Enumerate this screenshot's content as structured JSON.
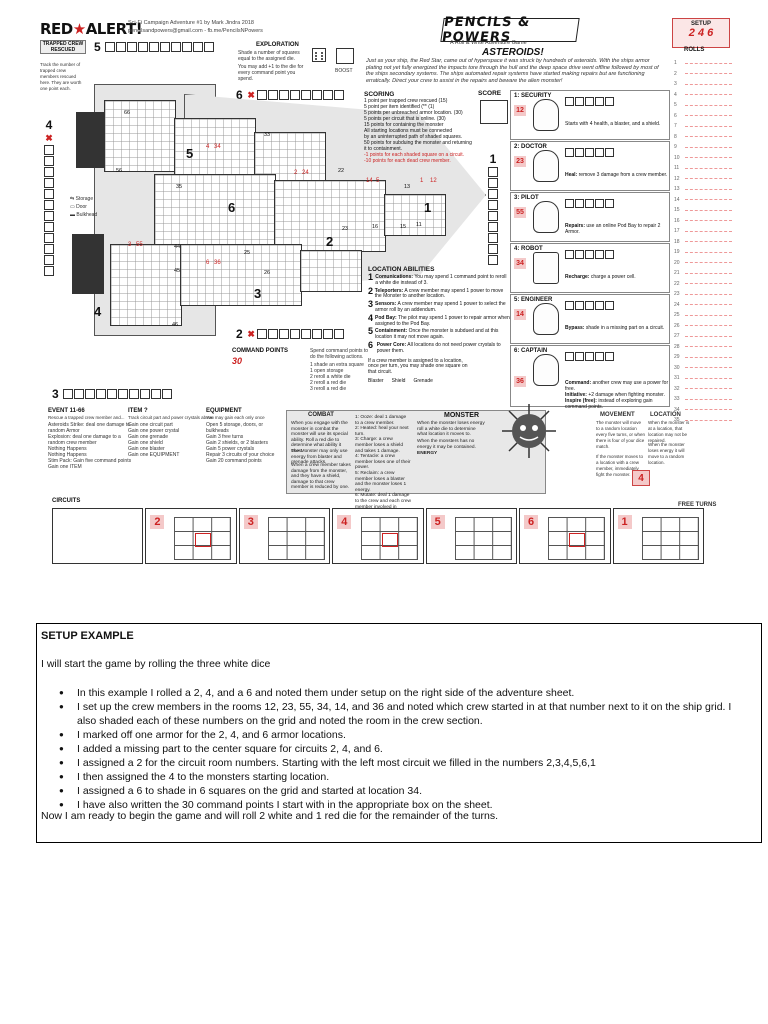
{
  "header": {
    "brand": "RED★ALERT!",
    "brand_left": "RED",
    "brand_right": "ALERT!",
    "credit_line1": "Sci-Fi Campaign Adventure #1 by Mark Jindra 2018",
    "credit_line2": "pencilsandpowers@gmail.com - fb.me/PencilsNPowers",
    "game_title": "PENCILS & POWERS",
    "game_subtitle": "A Roll & Write Adventure Game",
    "scenario_title": "ASTEROIDS!",
    "intro": "Just as your ship, the Red Star, came out of hyperspace it was struck by hundreds of asteroids. With the ships armor plating not yet fully energized the impacts tore through the hull and the deep space drive went offline followed by most of the ships secondary systems. The ships automated repair systems have started making repairs but are functioning erratically. Direct your crew to assist in the repairs and beware the alien monster!"
  },
  "setup": {
    "label": "SETUP",
    "values": "2 4 6"
  },
  "rolls": {
    "label": "ROLLS",
    "numbers": [
      "1",
      "2",
      "3",
      "4",
      "5",
      "6",
      "7",
      "8",
      "9",
      "10",
      "11",
      "12",
      "13",
      "14",
      "15",
      "16",
      "17",
      "18",
      "19",
      "20",
      "21",
      "22",
      "23",
      "24",
      "25",
      "26",
      "27",
      "28",
      "29",
      "30",
      "31",
      "32",
      "33",
      "34",
      "35"
    ],
    "free_turns_label": "FREE TURNS"
  },
  "trapped": {
    "label": "TRAPPED CREW RESCUED",
    "desc": "Track the number of trapped crew members rescued here. They are worth one point each."
  },
  "exploration": {
    "label": "EXPLORATION",
    "desc1": "Shade a number of squares equal to the assigned die.",
    "desc2": "You may add +1 to the die for every command point you spend.",
    "boost": "BOOST"
  },
  "map": {
    "legend_storage": "Storage",
    "legend_door": "Door",
    "legend_bulkhead": "Bulkhead",
    "locations": [
      "5",
      "6",
      "1",
      "2",
      "3",
      "4"
    ],
    "red_marks": [
      "4",
      "34",
      "2",
      "24",
      "14",
      "5",
      "1",
      "12",
      "3",
      "55",
      "6",
      "36"
    ],
    "room_numbers": [
      "66",
      "33",
      "22",
      "13",
      "56",
      "35",
      "15",
      "23",
      "16",
      "11",
      "44",
      "25",
      "45",
      "46",
      "26"
    ]
  },
  "tracks": {
    "t5": "5",
    "t6": "6",
    "t4": "4",
    "t1": "1",
    "t2": "2",
    "t3": "3"
  },
  "scoring": {
    "label": "SCORING",
    "score_label": "SCORE",
    "lines": [
      "1 point per trapped crew rescued (15)",
      "5 point per item identified (** (1)",
      "5 points per unbreached armor location. (30)",
      "5 points per circuit that is online. (30)",
      "15 points for containing the monster",
      "All starting locations must be connected",
      "by an uninterrupted path of shaded squares.",
      "50 points for subduing the monster and returning",
      "it to containment.",
      "-1 points for each shaded square on a circuit.",
      "-10 points for each dead crew member."
    ]
  },
  "location_abilities": {
    "label": "LOCATION ABILITIES",
    "items": [
      {
        "n": "1",
        "name": "Comunications:",
        "text": "You may spend 1 command point to reroll a white die instead of 3."
      },
      {
        "n": "2",
        "name": "Teleporters:",
        "text": "A crew member may spend 1 power to move the Monster to another location."
      },
      {
        "n": "3",
        "name": "Sensors:",
        "text": "A crew member may spend 1 power to select the armor roll by an addendum."
      },
      {
        "n": "4",
        "name": "Pod Bay:",
        "text": "The pilot may spend 1 power to repair armor when assigned to the Pod Bay."
      },
      {
        "n": "5",
        "name": "Containment:",
        "text": "Once the monster is subdued and at this location it may not move again."
      },
      {
        "n": "6",
        "name": "Power Core:",
        "text": "All locations do not need power crystals to power them."
      }
    ],
    "footnote": "If a crew member is assigned to a location, once per turn, you may shade one square on that circuit.",
    "legend": [
      "Blaster",
      "Shield",
      "Grenade"
    ]
  },
  "crew": [
    {
      "role": "1: SECURITY",
      "room": "12",
      "ability": "Starts with 4 health, a blaster, and a shield."
    },
    {
      "role": "2: DOCTOR",
      "room": "23",
      "ability_name": "Heal:",
      "ability": "remove 3 damage from a crew member."
    },
    {
      "role": "3: PILOT",
      "room": "55",
      "ability_name": "Repairs:",
      "ability": "use an online Pod Bay to repair 2 Armor."
    },
    {
      "role": "4: ROBOT",
      "room": "34",
      "ability_name": "Recharge:",
      "ability": "charge a power cell."
    },
    {
      "role": "5: ENGINEER",
      "room": "14",
      "ability_name": "Bypass:",
      "ability": "shade in a missing part on a circuit."
    },
    {
      "role": "6: CAPTAIN",
      "room": "36",
      "ability_name": "Command:",
      "ability": "another crew may use a power for free.",
      "ability2_name": "Initiative:",
      "ability2": "+2 damage when fighting monster.",
      "ability3_name": "Inspire (free):",
      "ability3": "instead of exploring gain command points."
    }
  ],
  "command_points": {
    "label": "COMMAND POINTS",
    "value": "30",
    "desc": "Spend command points to do the following actions.",
    "actions": [
      "1 shade an extra square",
      "1 open storage",
      "2 reroll a white die",
      "2 reroll a red die",
      "3 reroll a red die"
    ]
  },
  "event": {
    "label": "EVENT 11-66",
    "sub": "Rescue a trapped crew member and...",
    "items": [
      "Asteroids Strike: deal one damage to random Armor",
      "Explosion: deal one damage to a random crew member",
      "Nothing Happens",
      "Nothing Happens",
      "Stim Pack: Gain five command points",
      "Gain one ITEM"
    ]
  },
  "item": {
    "label": "ITEM ?",
    "sub": "Track circuit part and power crystals above",
    "items": [
      "Gain one circuit part",
      "Gain one power crystal",
      "Gain one grenade",
      "Gain one shield",
      "Gain one blaster",
      "Gain one EQUIPMENT"
    ]
  },
  "equipment": {
    "label": "EQUIPMENT",
    "sub": "You may gain each only once",
    "items": [
      "Open 5 storage, doors, or bulkheads",
      "Gain 3 free turns",
      "Gain 2 shields, or 2 blasters",
      "Gain 5 power crystals",
      "Repair 3 circuits of your choice",
      "Gain 20 command points"
    ]
  },
  "combat": {
    "label": "COMBAT",
    "col1": "When you engage with the monster in combat the monster will use its special ability. Roll a red die to determine what ability it uses.",
    "col1b": "The Monster may only use energy from blaster and grenade attacks.",
    "col1c": "When a crew member takes damage from the monster, and they have a shield, damage to that crew member is reduced by one.",
    "abilities": [
      "1: Ooze: deal 1 damage to a crew member.",
      "2: Heated: heal your next turn.",
      "3: Charge: a crew member loses a shield and takes 1 damage.",
      "4: Tentacle: a crew member loses one of their power.",
      "5: Reclaim: a crew member loses a blaster and the monster loses 1 energy.",
      "6: Mutate: deal 1 damage to the crew and each crew member involved in combat."
    ]
  },
  "monster": {
    "label": "MONSTER",
    "text": "When the monster loses energy roll a white die to determine what location it moves to.",
    "text2": "When the monsters has no energy it may be contained.",
    "energy_label": "ENERGY",
    "movement_label": "MOVEMENT",
    "movement_text": "The monster will move to a random location every five turns, or when there is four of your dice match.",
    "movement_text2": "If the monster moves to a location with a crew member, immediately fight the monster.",
    "location_label": "LOCATION",
    "location_text": "When the monster is at a location, that location may not be repaired.",
    "location_text2": "When the monster loses energy it will move to a random location.",
    "location_value": "4"
  },
  "circuits": {
    "label": "CIRCUITS",
    "numbers": [
      "2",
      "3",
      "4",
      "5",
      "6",
      "1"
    ]
  },
  "example": {
    "title": "SETUP EXAMPLE",
    "intro": "I will start the game by rolling the three white dice",
    "bullets": [
      "In this example I rolled a 2, 4, and a 6 and noted them under setup on the right side of the adventure sheet.",
      "I set up the crew members in the rooms 12, 23, 55, 34, 14, and 36 and noted which crew started in at that number next to it on the ship grid. I also shaded each of these numbers on the grid and noted the room in the crew section.",
      "I marked off one armor for the 2, 4, and 6 armor locations.",
      "I added a missing part to the center square for circuits 2, 4, and 6.",
      "I assigned a 2 for the circuit room numbers. Starting with the left most circuit we filled in the numbers 2,3,4,5,6,1",
      "I then assigned the 4 to the monsters starting location.",
      "I assigned a 6 to shade in 6 squares on the grid and started at location 34.",
      "I have also written the 30 command points I start with in the appropriate box on the sheet."
    ],
    "closing": "Now I am ready to begin the game and will roll 2 white and 1 red die for the remainder of the turns."
  }
}
